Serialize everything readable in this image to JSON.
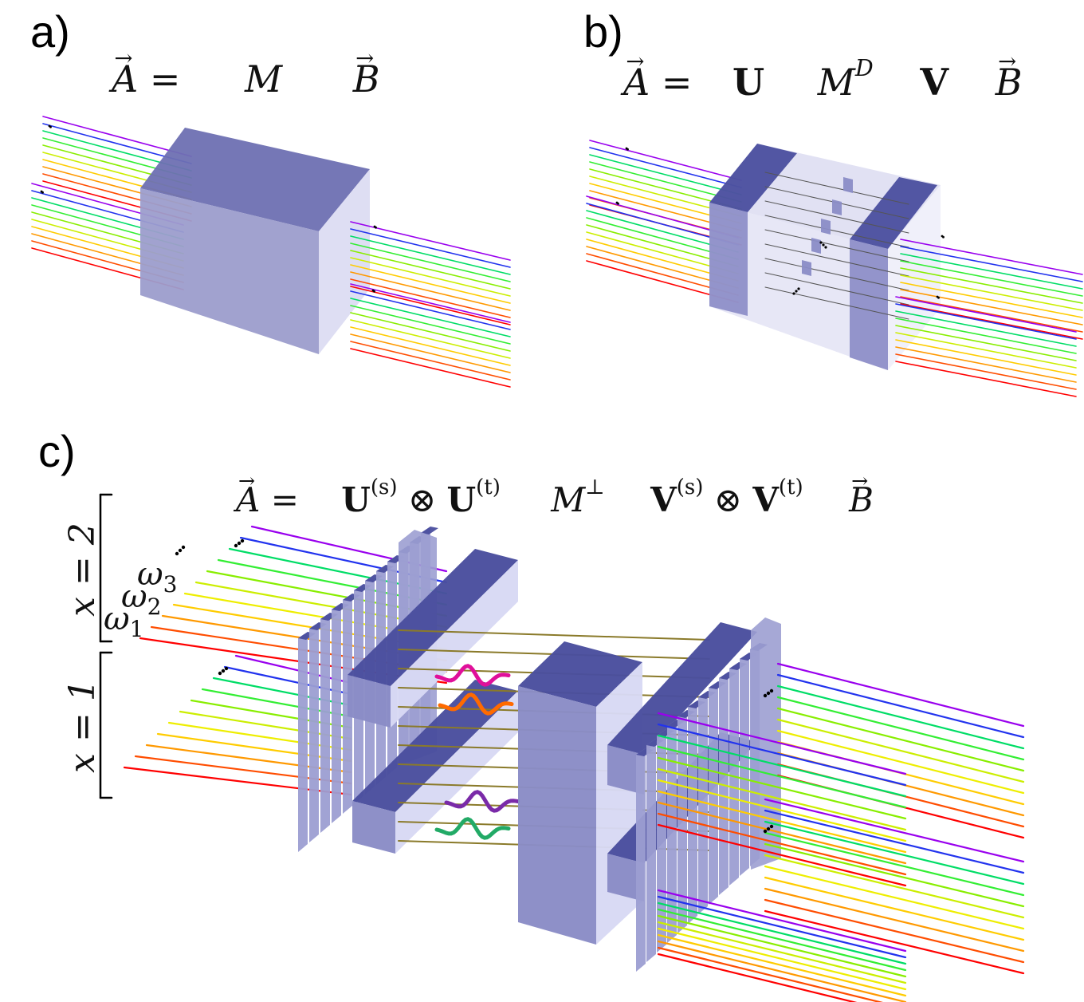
{
  "panels": {
    "a": {
      "label": "a)",
      "equation": {
        "lhs": "A",
        "equals": "=",
        "terms": [
          "M",
          "B"
        ]
      }
    },
    "b": {
      "label": "b)",
      "equation": {
        "lhs": "A",
        "equals": "=",
        "terms": [
          "U",
          "M",
          "D",
          "V",
          "B"
        ]
      }
    },
    "c": {
      "label": "c)",
      "equation": {
        "lhs": "A",
        "equals": "=",
        "u1": "U",
        "u1sup": "(s)",
        "otimes": "⊗",
        "u2": "U",
        "u2sup": "(t)",
        "m": "M",
        "msup": "⊥",
        "v1": "V",
        "v1sup": "(s)",
        "v2": "V",
        "v2sup": "(t)",
        "b": "B"
      },
      "omega": {
        "symbol": "ω",
        "subs": [
          "1",
          "2",
          "3"
        ]
      },
      "groups": [
        "x = 2",
        "x = 1"
      ]
    }
  },
  "colors": {
    "spectrum": [
      "#ff0000",
      "#ff4d00",
      "#ff9900",
      "#ffcc00",
      "#eeee00",
      "#ccee00",
      "#88ee00",
      "#33ee33",
      "#00dd66",
      "#2233ee",
      "#9900ee"
    ],
    "block_top": "#4a4e9e",
    "block_front": "#8a8cc4",
    "block_side": "#d8d9f4",
    "olive": "#8a7a2a"
  }
}
